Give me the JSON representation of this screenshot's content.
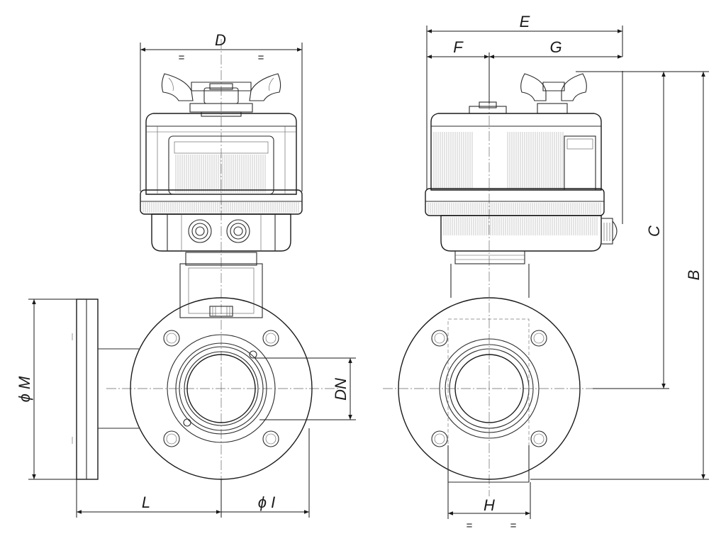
{
  "dimensions": {
    "D": "D",
    "E": "E",
    "F": "F",
    "G": "G",
    "B": "B",
    "C": "C",
    "DN": "DN",
    "M": "ϕ M",
    "L": "L",
    "I": "ϕ I",
    "H": "H"
  },
  "equal_marks": {
    "d_left": "=",
    "d_right": "=",
    "h_left": "=",
    "h_right": "="
  }
}
